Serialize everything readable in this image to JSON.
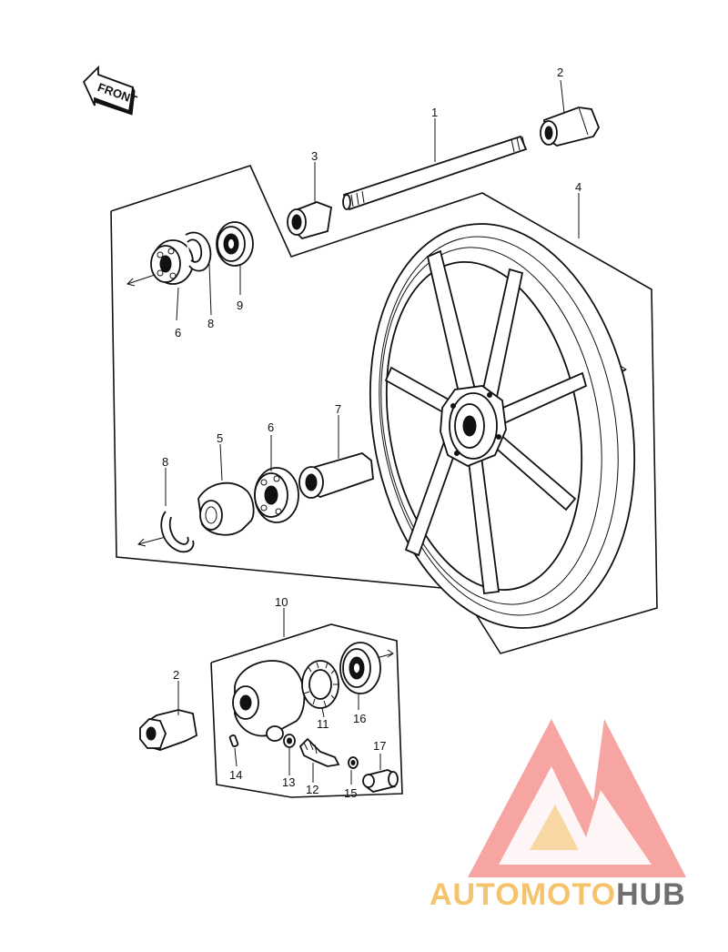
{
  "diagram": {
    "front_label": "FRONT",
    "callouts": [
      {
        "id": "c1",
        "text": "1"
      },
      {
        "id": "c2a",
        "text": "2"
      },
      {
        "id": "c3",
        "text": "3"
      },
      {
        "id": "c4",
        "text": "4"
      },
      {
        "id": "c5",
        "text": "5"
      },
      {
        "id": "c6a",
        "text": "6"
      },
      {
        "id": "c6b",
        "text": "6"
      },
      {
        "id": "c7",
        "text": "7"
      },
      {
        "id": "c8a",
        "text": "8"
      },
      {
        "id": "c8b",
        "text": "8"
      },
      {
        "id": "c9",
        "text": "9"
      },
      {
        "id": "c10",
        "text": "10"
      },
      {
        "id": "c11",
        "text": "11"
      },
      {
        "id": "c12",
        "text": "12"
      },
      {
        "id": "c13",
        "text": "13"
      },
      {
        "id": "c14",
        "text": "14"
      },
      {
        "id": "c15",
        "text": "15"
      },
      {
        "id": "c16",
        "text": "16"
      },
      {
        "id": "c17",
        "text": "17"
      },
      {
        "id": "c2b",
        "text": "2"
      }
    ]
  },
  "watermark": {
    "text_part1": "AUTOMOTO",
    "text_part2": "HUB",
    "color_light": "#f5c36b",
    "color_red": "#ef5b56",
    "color_grey": "#6f6f6f"
  }
}
